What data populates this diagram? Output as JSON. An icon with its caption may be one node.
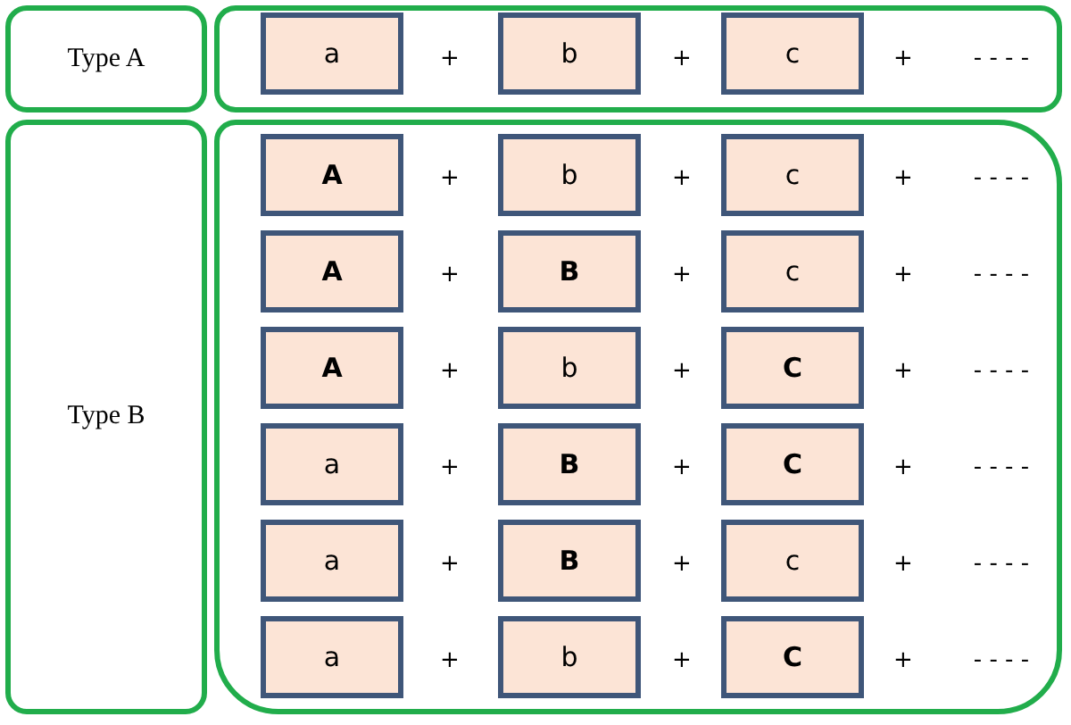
{
  "diagram": {
    "nodes": [
      {
        "text": [
          "Type A"
        ]
      },
      {
        "text": [],
        "shape": "box"
      },
      {
        "text": [
          "a"
        ],
        "in": 1
      },
      {
        "text": [
          "b"
        ],
        "in": 1
      },
      {
        "text": [
          "c"
        ],
        "in": 1
      },
      {
        "text": [
          "Type B"
        ]
      },
      {
        "text": [],
        "shape": "box"
      },
      {
        "text": [
          "A"
        ],
        "in": 6
      },
      {
        "text": [
          "b"
        ],
        "in": 6
      },
      {
        "text": [
          "c"
        ],
        "in": 6
      },
      {
        "text": [
          "A"
        ],
        "in": 6
      },
      {
        "text": [
          "B"
        ],
        "in": 6
      },
      {
        "text": [
          "c"
        ],
        "in": 6
      },
      {
        "text": [
          "A"
        ],
        "in": 6
      },
      {
        "text": [
          "b"
        ],
        "in": 6
      },
      {
        "text": [
          "C"
        ],
        "in": 6
      },
      {
        "text": [
          "a"
        ],
        "in": 6
      },
      {
        "text": [
          "B"
        ],
        "in": 6
      },
      {
        "text": [
          "C"
        ],
        "in": 6
      },
      {
        "text": [
          "a"
        ],
        "in": 6
      },
      {
        "text": [
          "B"
        ],
        "in": 6
      },
      {
        "text": [
          "c"
        ],
        "in": 6
      },
      {
        "text": [
          "a"
        ],
        "in": 6
      },
      {
        "text": [
          "b"
        ],
        "in": 6
      },
      {
        "text": [
          "C"
        ],
        "in": 6
      }
    ],
    "edges": [],
    "labels": [
      "+",
      "+",
      "+",
      "- - - -",
      "+",
      "+",
      "+",
      "- - - -",
      "+",
      "+",
      "+",
      "- - - -",
      "+",
      "+",
      "+",
      "- - - -",
      "+",
      "+",
      "+",
      "- - - -",
      "+",
      "+",
      "+",
      "- - - -",
      "+",
      "+",
      "+",
      "- - - -"
    ]
  }
}
